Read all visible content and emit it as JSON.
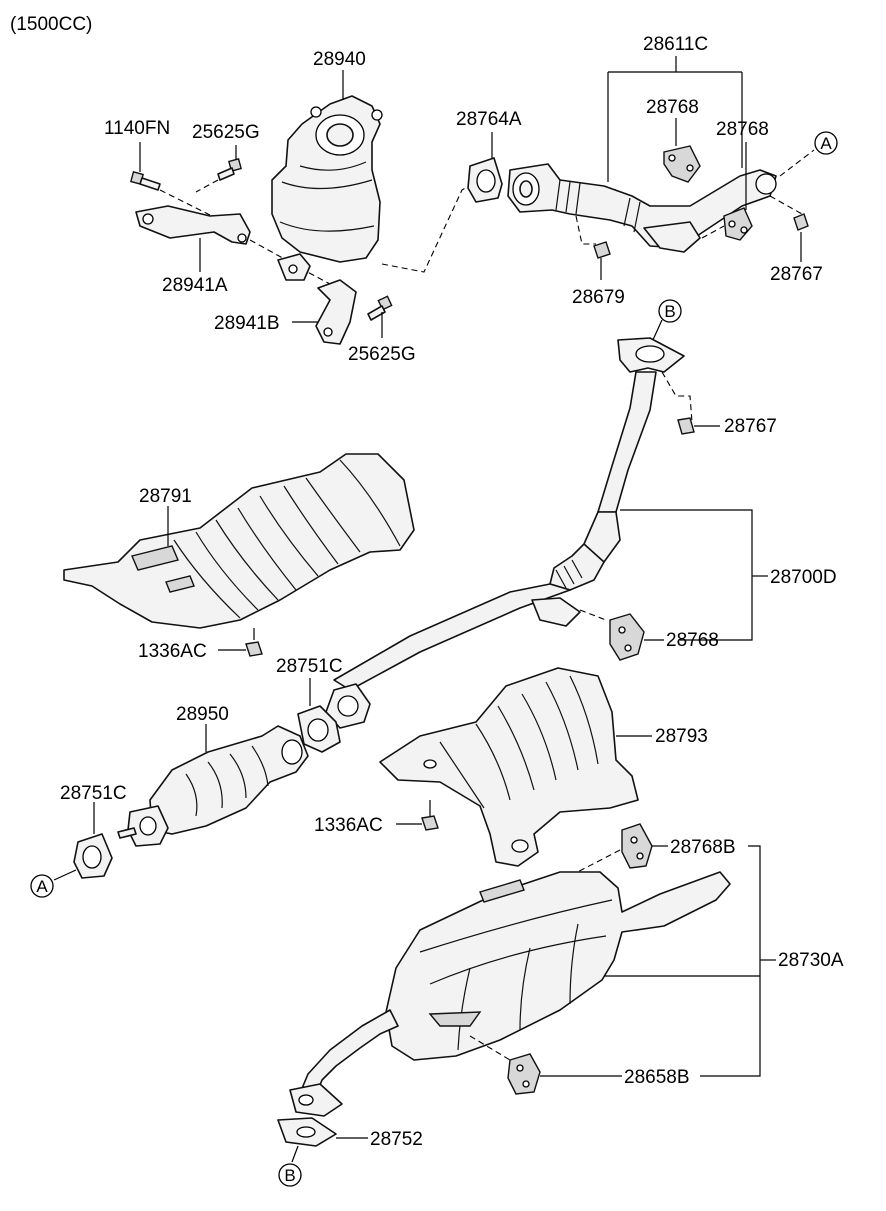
{
  "header": {
    "engine_label": "(1500CC)"
  },
  "references": {
    "a": "A",
    "b": "B"
  },
  "parts": {
    "p28940": "28940",
    "p1140FN": "1140FN",
    "p25625G_top": "25625G",
    "p28941A": "28941A",
    "p28941B": "28941B",
    "p25625G_bottom": "25625G",
    "p28764A": "28764A",
    "p28611C": "28611C",
    "p28768_a": "28768",
    "p28768_b": "28768",
    "p28767_top": "28767",
    "p28679": "28679",
    "p28767_mid": "28767",
    "p28791": "28791",
    "p28700D": "28700D",
    "p28768_c": "28768",
    "p1336AC_top": "1336AC",
    "p28751C_top": "28751C",
    "p28950": "28950",
    "p28793": "28793",
    "p28751C_left": "28751C",
    "p1336AC_bottom": "1336AC",
    "p28768B": "28768B",
    "p28730A": "28730A",
    "p28658B": "28658B",
    "p28752": "28752"
  }
}
